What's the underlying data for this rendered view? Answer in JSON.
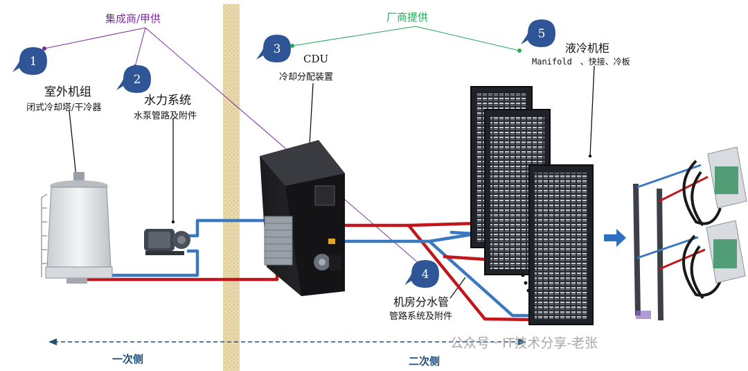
{
  "supplier_labels": {
    "integrator": "集成商/甲供",
    "vendor": "厂商提供"
  },
  "components": [
    {
      "num": "1",
      "title": "室外机组",
      "subtitle": "闭式冷却塔/干冷器"
    },
    {
      "num": "2",
      "title": "水力系统",
      "subtitle": "水泵管路及附件"
    },
    {
      "num": "3",
      "title": "CDU",
      "subtitle": "冷却分配装置"
    },
    {
      "num": "4",
      "title": "机房分水管",
      "subtitle": "管路系统及附件"
    },
    {
      "num": "5",
      "title": "液冷机柜",
      "subtitle": "Manifold　、快接、冷板"
    }
  ],
  "sides": {
    "primary": "一次侧",
    "secondary": "二次侧"
  },
  "watermark": "公众号 · IT技术分享-老张",
  "colors": {
    "hot_pipe": "#c0161c",
    "cold_pipe": "#3a78c0",
    "badge": "#2f5597",
    "integrator_line": "#7b2c9e",
    "vendor_line": "#22aa55",
    "wall": "#e8d7a8",
    "side_label": "#1f4e79"
  }
}
